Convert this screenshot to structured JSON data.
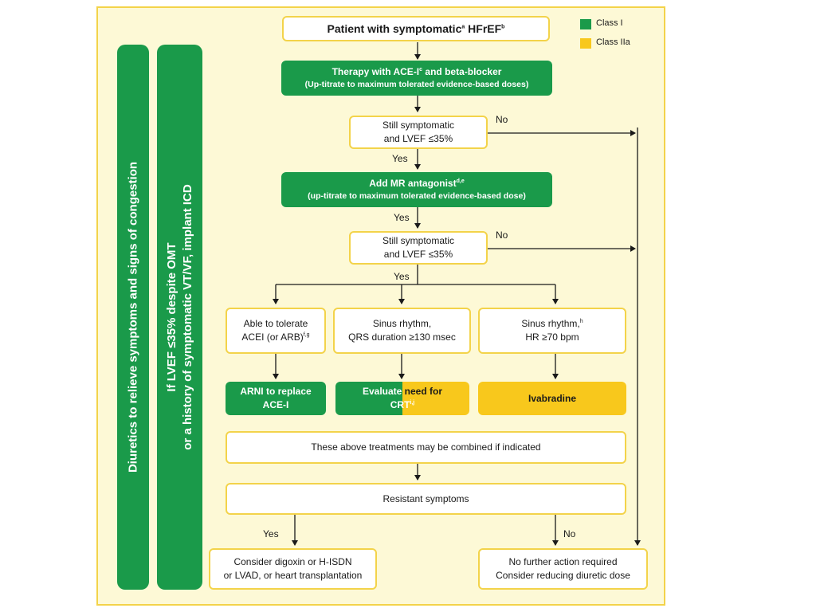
{
  "legend": {
    "class1": {
      "label": "Class I",
      "color": "#1a9a4a"
    },
    "class2a": {
      "label": "Class IIa",
      "color": "#f8c81c"
    }
  },
  "side_bars": {
    "diuretics": "Diuretics to relieve symptoms and signs of congestion",
    "icd_line1": "If LVEF ≤35% despite OMT",
    "icd_line2": "or a history of symptomatic VT/VF, implant ICD"
  },
  "nodes": {
    "start": {
      "text": "Patient with symptomatic",
      "sup1": "a",
      "text2": " HFrEF",
      "sup2": "b"
    },
    "therapy": {
      "line1": "Therapy with ACE-I",
      "sup": "c",
      "line1b": " and beta-blocker",
      "line2": "(Up-titrate to maximum tolerated evidence-based doses)"
    },
    "check1": {
      "line1": "Still symptomatic",
      "line2": "and LVEF ≤35%"
    },
    "mra": {
      "line1": "Add MR antagonist",
      "sup": "d,e",
      "line2": "(up-titrate to maximum tolerated evidence-based dose)"
    },
    "check2": {
      "line1": "Still symptomatic",
      "line2": "and LVEF ≤35%"
    },
    "tolerate": {
      "line1": "Able to tolerate",
      "line2": "ACEI (or ARB)",
      "sup": "f,g"
    },
    "sinus_qrs": {
      "line1": "Sinus rhythm,",
      "line2": "QRS duration ≥130 msec"
    },
    "sinus_hr": {
      "line1": "Sinus rhythm,",
      "sup": "h",
      "line2": "HR ≥70 bpm"
    },
    "arni": {
      "line1": "ARNI to replace",
      "line2": "ACE-I"
    },
    "crt": {
      "part1": "Evaluate",
      "part2": " need for",
      "part3": "CRT",
      "sup": "i,j"
    },
    "ivabradine": {
      "text": "Ivabradine"
    },
    "combined": {
      "text": "These above treatments may be combined if indicated"
    },
    "resistant": {
      "text": "Resistant symptoms"
    },
    "consider": {
      "line1": "Consider digoxin or H-ISDN",
      "line2": "or LVAD, or heart transplantation"
    },
    "no_further": {
      "line1": "No further action required",
      "line2": "Consider reducing diuretic dose"
    }
  },
  "edge_labels": {
    "no1": "No",
    "yes1": "Yes",
    "yes_mra": "Yes",
    "no2": "No",
    "yes2": "Yes",
    "yes3": "Yes",
    "no3": "No"
  }
}
